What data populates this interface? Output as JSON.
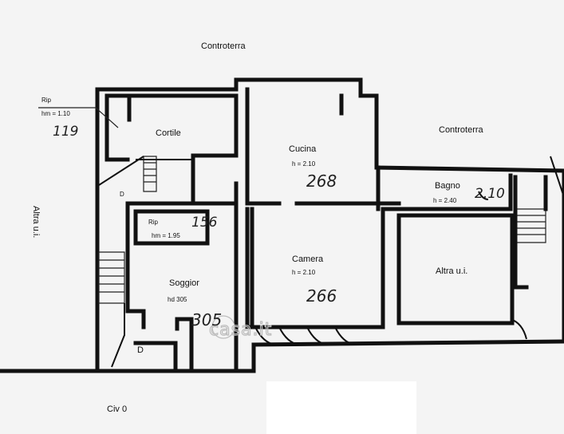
{
  "labels": {
    "controterra_top": "Controterra",
    "controterra_right": "Controterra",
    "rip_top_name": "Rip",
    "rip_top_height": "hm = 1.10",
    "rip_top_hand": "119",
    "cortile": "Cortile",
    "cucina_name": "Cucina",
    "cucina_height": "h = 2.10",
    "cucina_hand": "268",
    "bagno_name": "Bagno",
    "bagno_height": "h = 2.40",
    "bagno_hand": "2.10",
    "rip_mid_name": "Rip",
    "rip_mid_height": "hm = 1.95",
    "rip_mid_hand": "156",
    "soggiorno_name": "Soggior",
    "soggiorno_height": "hd 305",
    "soggiorno_hand": "305",
    "camera_name": "Camera",
    "camera_height": "h = 2.10",
    "camera_hand": "266",
    "altra_ui_left": "Altra u.i.",
    "altra_ui_right": "Altra u.i.",
    "civ": "Civ 0",
    "door_mark_1": "D",
    "door_mark_2": "D",
    "watermark": "casa.it"
  }
}
